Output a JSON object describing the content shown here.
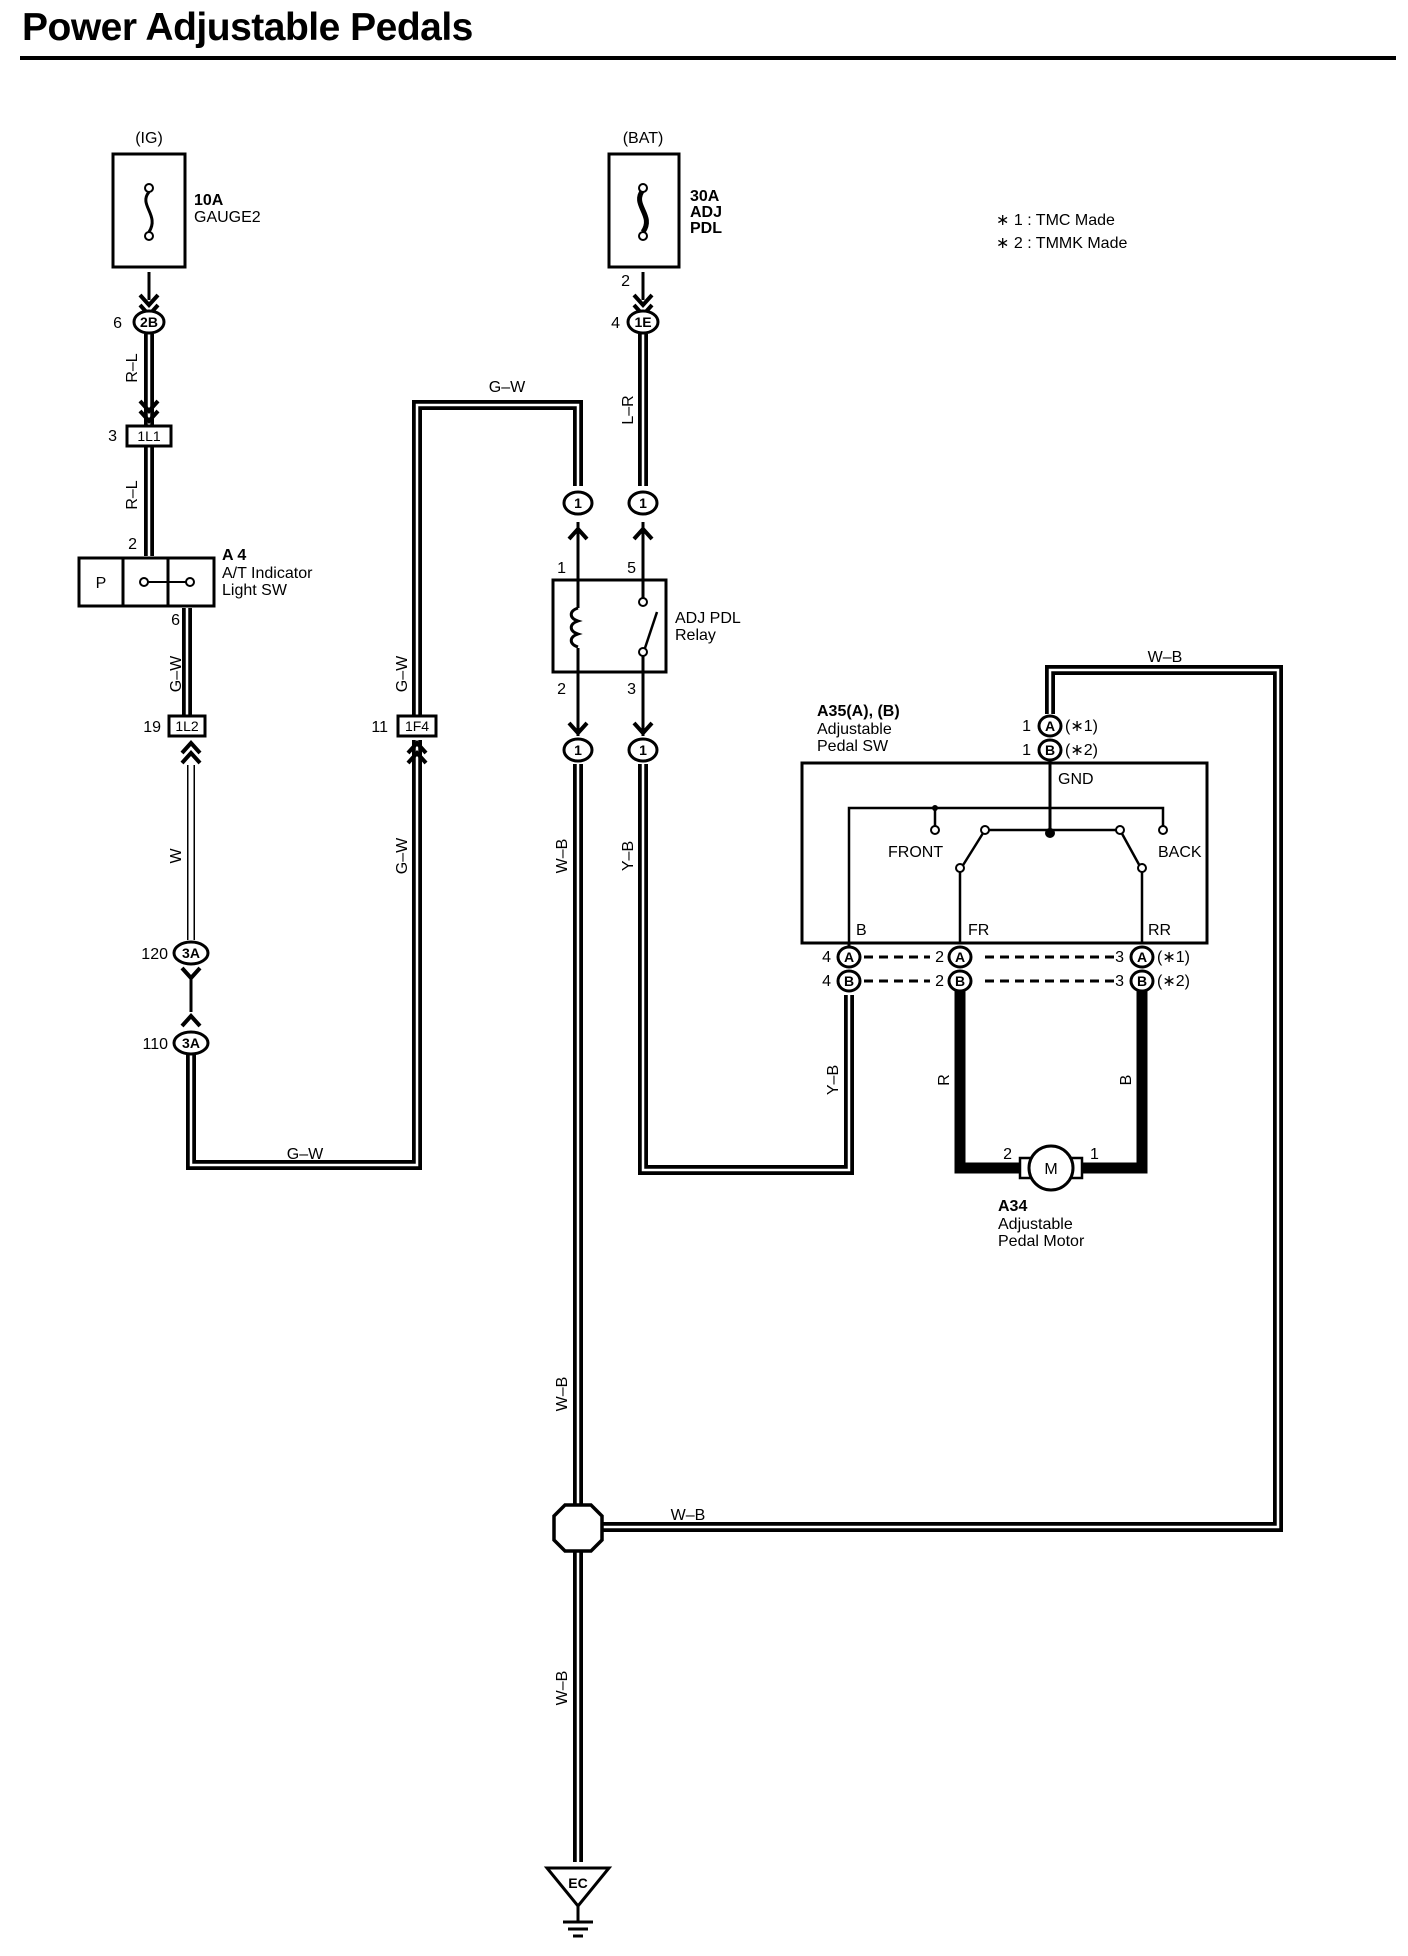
{
  "page": {
    "title": "Power Adjustable Pedals"
  },
  "legend": [
    "∗ 1 : TMC Made",
    "∗ 2 : TMMK Made"
  ],
  "power": {
    "ig": {
      "source": "(IG)",
      "rating": "10A",
      "name": "GAUGE2"
    },
    "bat": {
      "source": "(BAT)",
      "rating": "30A",
      "name_1": "ADJ",
      "name_2": "PDL"
    }
  },
  "connectors": {
    "c2B": {
      "id": "2B",
      "pin": "6"
    },
    "c1E": {
      "id": "1E",
      "pin": "4",
      "fuse_pin": "2"
    },
    "c1L1": {
      "id": "1L1",
      "pin": "3"
    },
    "c1L2": {
      "id": "1L2",
      "pin": "19"
    },
    "c1F4": {
      "id": "1F4",
      "pin": "11"
    },
    "c3A_top": {
      "id": "3A",
      "pin": "120"
    },
    "c3A_bot": {
      "id": "3A",
      "pin": "110"
    },
    "relay_in_left": {
      "id": "1"
    },
    "relay_in_right": {
      "id": "1"
    },
    "relay_out_left": {
      "id": "1"
    },
    "relay_out_right": {
      "id": "1"
    }
  },
  "components": {
    "a4": {
      "ref": "A 4",
      "name_1": "A/T Indicator",
      "name_2": "Light SW",
      "p": "P",
      "pin_top": "2",
      "pin_bottom": "6"
    },
    "relay": {
      "name_1": "ADJ PDL",
      "name_2": "Relay",
      "pin1": "1",
      "pin5": "5",
      "pin2": "2",
      "pin3": "3"
    },
    "a35": {
      "ref": "A35(A), (B)",
      "name_1": "Adjustable",
      "name_2": "Pedal SW",
      "gnd": "GND",
      "front": "FRONT",
      "back": "BACK",
      "b": "B",
      "fr": "FR",
      "rr": "RR",
      "conn_a": "A",
      "conn_b": "B",
      "tag1": "(∗1)",
      "tag2": "(∗2)",
      "pin1": "1",
      "pin4": "4",
      "pin2": "2",
      "pin3": "3"
    },
    "a34": {
      "ref": "A34",
      "name_1": "Adjustable",
      "name_2": "Pedal Motor",
      "m": "M",
      "pin2": "2",
      "pin1": "1"
    },
    "ground": {
      "id": "EC"
    }
  },
  "wires": {
    "rl": "R–L",
    "gw": "G–W",
    "w": "W",
    "lr": "L–R",
    "wb": "W–B",
    "yb": "Y–B",
    "r": "R",
    "b": "B"
  }
}
